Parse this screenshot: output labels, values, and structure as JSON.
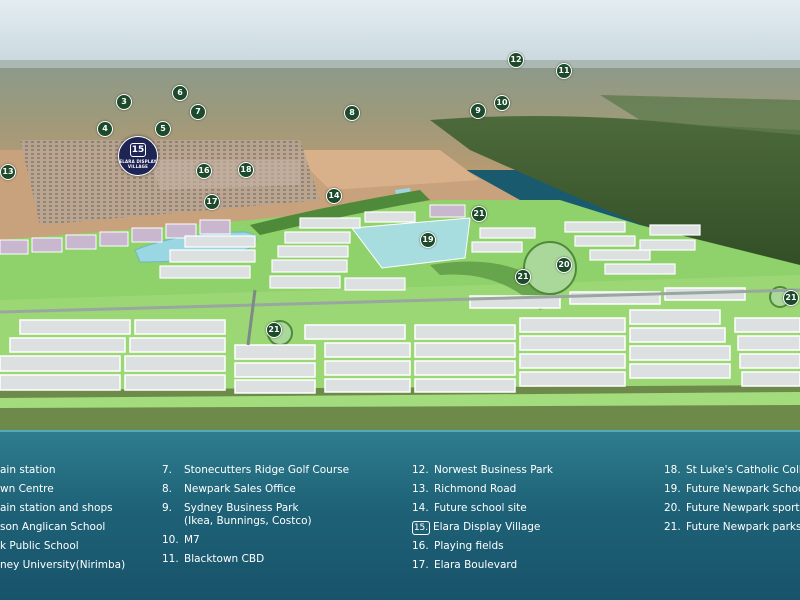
{
  "map": {
    "markers": [
      {
        "id": "3",
        "label": "3"
      },
      {
        "id": "4",
        "label": "4"
      },
      {
        "id": "5",
        "label": "5"
      },
      {
        "id": "6",
        "label": "6"
      },
      {
        "id": "7",
        "label": "7"
      },
      {
        "id": "8",
        "label": "8"
      },
      {
        "id": "9",
        "label": "9"
      },
      {
        "id": "10",
        "label": "10"
      },
      {
        "id": "11",
        "label": "11"
      },
      {
        "id": "12",
        "label": "12"
      },
      {
        "id": "13",
        "label": "13"
      },
      {
        "id": "14",
        "label": "14"
      },
      {
        "id": "16",
        "label": "16"
      },
      {
        "id": "17",
        "label": "17"
      },
      {
        "id": "18",
        "label": "18"
      },
      {
        "id": "19",
        "label": "19"
      },
      {
        "id": "20",
        "label": "20"
      },
      {
        "id": "21a",
        "label": "21"
      },
      {
        "id": "21b",
        "label": "21"
      },
      {
        "id": "21c",
        "label": "21"
      },
      {
        "id": "21d",
        "label": "21"
      }
    ],
    "display_village": {
      "number": "15",
      "text_line1": "ELARA DISPLAY",
      "text_line2": "VILLAGE"
    }
  },
  "legend": {
    "col1": [
      {
        "num": "",
        "text": "ain station"
      },
      {
        "num": "",
        "text": "wn Centre"
      },
      {
        "num": "",
        "text": "ain station and shops"
      },
      {
        "num": "",
        "text": "son Anglican School"
      },
      {
        "num": "",
        "text": "k Public School"
      },
      {
        "num": "",
        "text": "ney University(Nirimba)"
      }
    ],
    "col2": [
      {
        "num": "7.",
        "text": "Stonecutters Ridge Golf Course"
      },
      {
        "num": "8.",
        "text": "Newpark Sales Office"
      },
      {
        "num": "9.",
        "text": "Sydney Business Park",
        "text2": "(Ikea, Bunnings, Costco)"
      },
      {
        "num": "10.",
        "text": "M7"
      },
      {
        "num": "11.",
        "text": "Blacktown CBD"
      }
    ],
    "col3": [
      {
        "num": "12.",
        "text": "Norwest Business Park"
      },
      {
        "num": "13.",
        "text": "Richmond Road"
      },
      {
        "num": "14.",
        "text": "Future school site"
      },
      {
        "num": "15.",
        "text": "Elara Display Village",
        "boxed": true
      },
      {
        "num": "16.",
        "text": "Playing fields"
      },
      {
        "num": "17.",
        "text": "Elara Boulevard"
      }
    ],
    "col4": [
      {
        "num": "18.",
        "text": "St Luke's Catholic Colle"
      },
      {
        "num": "19.",
        "text": "Future Newpark School"
      },
      {
        "num": "20.",
        "text": "Future Newpark sportin"
      },
      {
        "num": "21.",
        "text": "Future Newpark parks"
      }
    ]
  },
  "colors": {
    "marker_bg": "#1c4a2a",
    "display_village_bg": "#1e2454",
    "legend_bg": "#1e6277",
    "lots": "#d8dcdc",
    "park": "#8fd16a",
    "lake": "#a8dde0"
  }
}
